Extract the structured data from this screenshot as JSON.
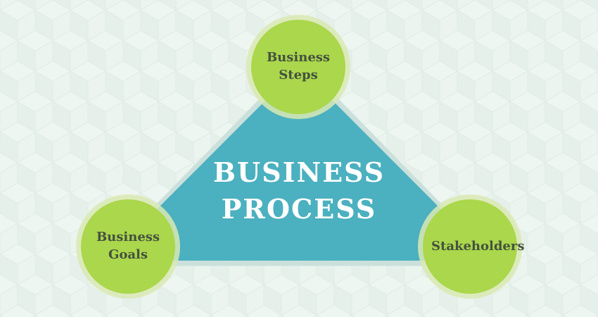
{
  "diagram": {
    "title": {
      "line1": "BUSINESS",
      "line2": "PROCESS"
    },
    "nodes": [
      {
        "position": "top",
        "label": "Business Steps"
      },
      {
        "position": "bottom-left",
        "label": "Business Goals"
      },
      {
        "position": "bottom-right",
        "label": "Stakeholders"
      }
    ],
    "colors": {
      "background": "#eaf3ee",
      "pattern_line": "#d7e7df",
      "triangle_fill": "#4bb0bf",
      "triangle_border": "#c8ded9",
      "node_fill": "#aad74b",
      "node_halo": "#d9e9b3",
      "node_text": "#45513f",
      "title_text": "#ffffff"
    }
  }
}
